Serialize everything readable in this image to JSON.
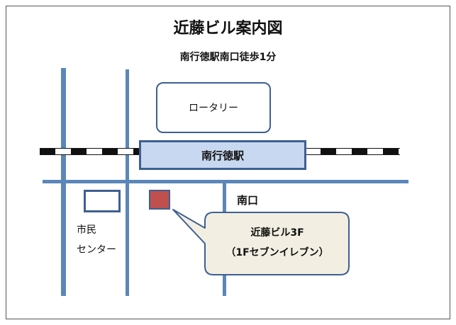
{
  "title": "近藤ビル案内図",
  "subtitle": "南行徳駅南口徒歩1分",
  "map": {
    "rotary_label": "ロータリー",
    "station_label": "南行徳駅",
    "south_exit_label": "南口",
    "civic_center_label_line1": "市民",
    "civic_center_label_line2": "センター",
    "callout_line1": "近藤ビル3F",
    "callout_line2": "（1Fセブンイレブン）"
  },
  "colors": {
    "road": "#5b87b8",
    "station_fill": "#c8d8f0",
    "target_building": "#c0504d",
    "callout_fill": "#f2efe2"
  }
}
